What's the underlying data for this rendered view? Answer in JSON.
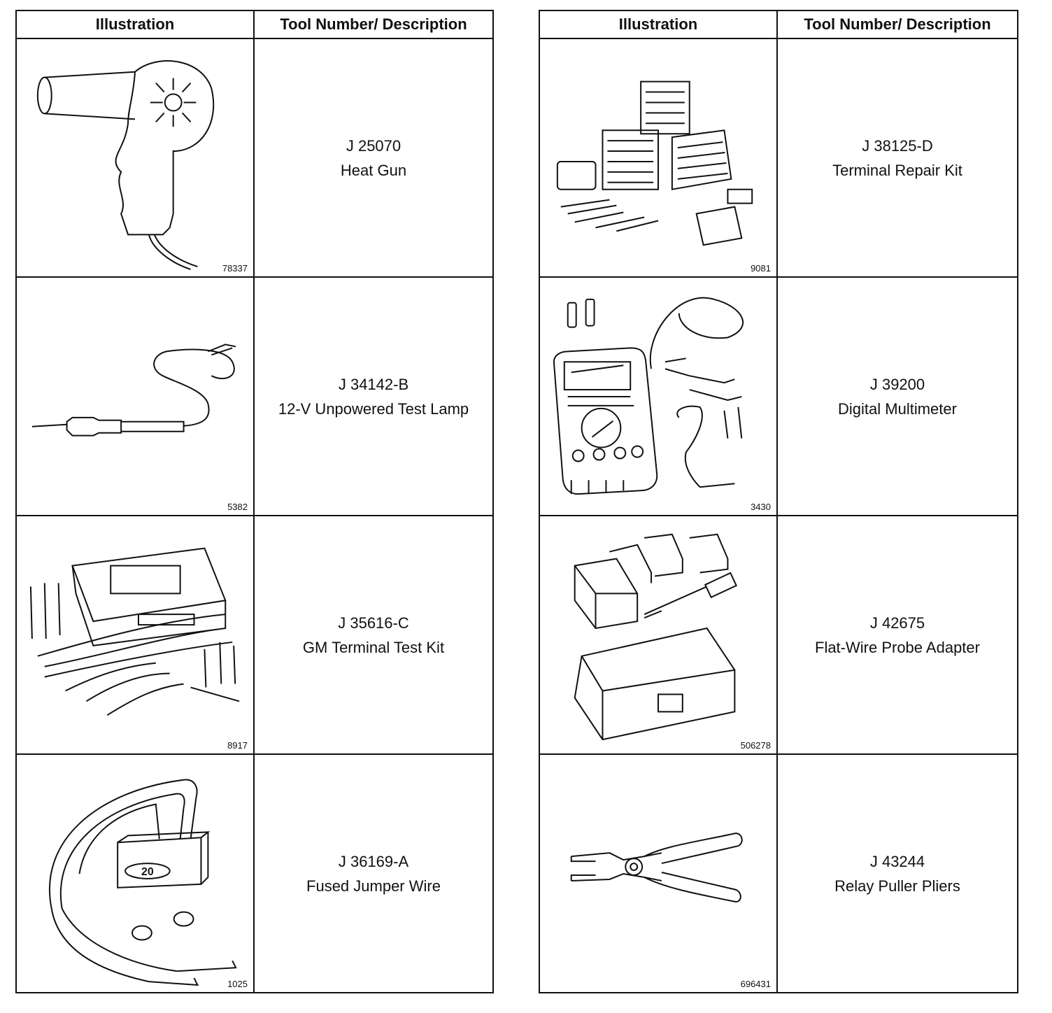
{
  "headers": {
    "illustration": "Illustration",
    "description": "Tool Number/ Description"
  },
  "left": [
    {
      "number": "J 25070",
      "name": "Heat Gun",
      "figure": "78337",
      "icon": "heat-gun-icon"
    },
    {
      "number": "J 34142-B",
      "name": "12-V Unpowered Test Lamp",
      "figure": "5382",
      "icon": "test-lamp-icon"
    },
    {
      "number": "J 35616-C",
      "name": "GM Terminal Test Kit",
      "figure": "8917",
      "icon": "terminal-test-kit-icon"
    },
    {
      "number": "J 36169-A",
      "name": "Fused Jumper Wire",
      "figure": "1025",
      "icon": "fused-jumper-wire-icon",
      "fuse_label": "20"
    }
  ],
  "right": [
    {
      "number": "J 38125-D",
      "name": "Terminal Repair Kit",
      "figure": "9081",
      "icon": "terminal-repair-kit-icon"
    },
    {
      "number": "J 39200",
      "name": "Digital Multimeter",
      "figure": "3430",
      "icon": "digital-multimeter-icon"
    },
    {
      "number": "J 42675",
      "name": "Flat-Wire Probe Adapter",
      "figure": "506278",
      "icon": "probe-adapter-icon"
    },
    {
      "number": "J 43244",
      "name": "Relay Puller Pliers",
      "figure": "696431",
      "icon": "relay-puller-pliers-icon"
    }
  ]
}
